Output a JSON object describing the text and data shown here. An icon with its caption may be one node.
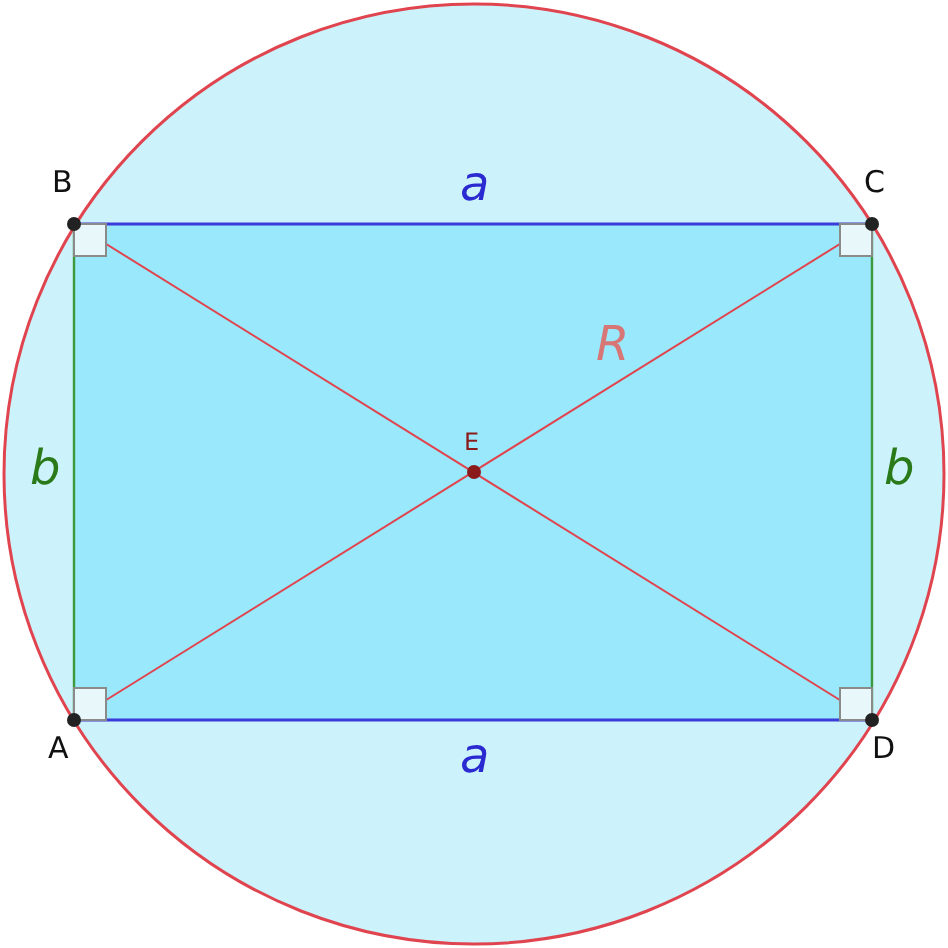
{
  "diagram": {
    "labels": [
      "B",
      "a",
      "C",
      "R",
      "E",
      "b",
      "b",
      "A",
      "a",
      "D"
    ]
  }
}
